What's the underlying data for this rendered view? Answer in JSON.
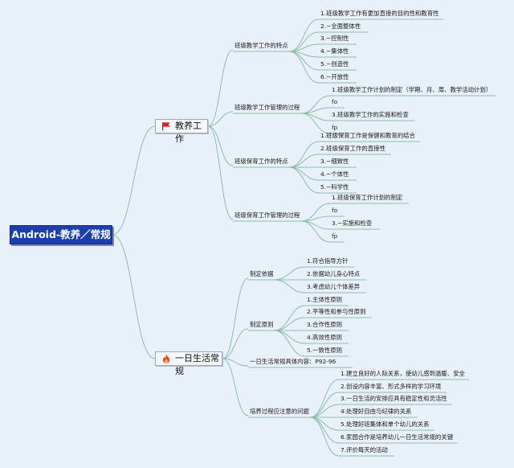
{
  "root": {
    "title": "Android-教养／常规"
  },
  "branch1": {
    "title": "教养工作",
    "icon": "red-flag-icon",
    "subs": [
      {
        "title": "班级教学工作的特点",
        "items": [
          "1.班级教学工作有更加直接的目的性和教育性",
          "2.~全面整体性",
          "3.~控制性",
          "4.~集体性",
          "5.~创造性",
          "6.~开放性"
        ]
      },
      {
        "title": "班级教学工作管理的过程",
        "items": [
          "1.班级教学工作计划的制定（学期、月、周、教学活动计划）",
          "fo",
          "3.班级教学工作的实施和检查",
          "fp"
        ]
      },
      {
        "title": "班级保育工作的特点",
        "items": [
          "1.班级保育工作是保健和教育的结合",
          "2.班级保育工作的直接性",
          "3.~细致性",
          "4.~个体性",
          "5.~科学性"
        ]
      },
      {
        "title": "班级保育工作管理的过程",
        "items": [
          "1.班级保育工作计划的制定",
          "fo",
          "3.~实施和检查",
          "fp"
        ]
      }
    ]
  },
  "branch2": {
    "title": "一日生活常规",
    "icon": "fire-icon",
    "subs": [
      {
        "title": "制定依据",
        "items": [
          "1.符合指导方针",
          "2.依据幼儿身心特点",
          "3.考虑幼儿个体差异"
        ]
      },
      {
        "title": "制定原则",
        "items": [
          "1.主体性原则",
          "2.平等性和参与性原则",
          "3.合作性原则",
          "4.高效性原则",
          "5.一致性原则"
        ]
      },
      {
        "title": "一日生活常规具体内容：P92-96",
        "items": []
      },
      {
        "title": "培养过程应注意的问题",
        "items": [
          "1.建立良好的人际关系，使幼儿感到温暖、安全",
          "2.创设内容丰富、形式多样的学习环境",
          "3.一日生活的安排应具有稳定性和灵活性",
          "4.处理好自由与纪律的关系",
          "5.处理好班集体和单个幼儿的关系",
          "6.家园合作是培养幼儿一日生活常规的关键",
          "7.评价每天的活动"
        ]
      }
    ]
  },
  "colors": {
    "background": "#e8f0f9",
    "root": "#1d3fae",
    "line": "#8fbda8",
    "flag": "#e02020",
    "fire": "#e8421e"
  }
}
